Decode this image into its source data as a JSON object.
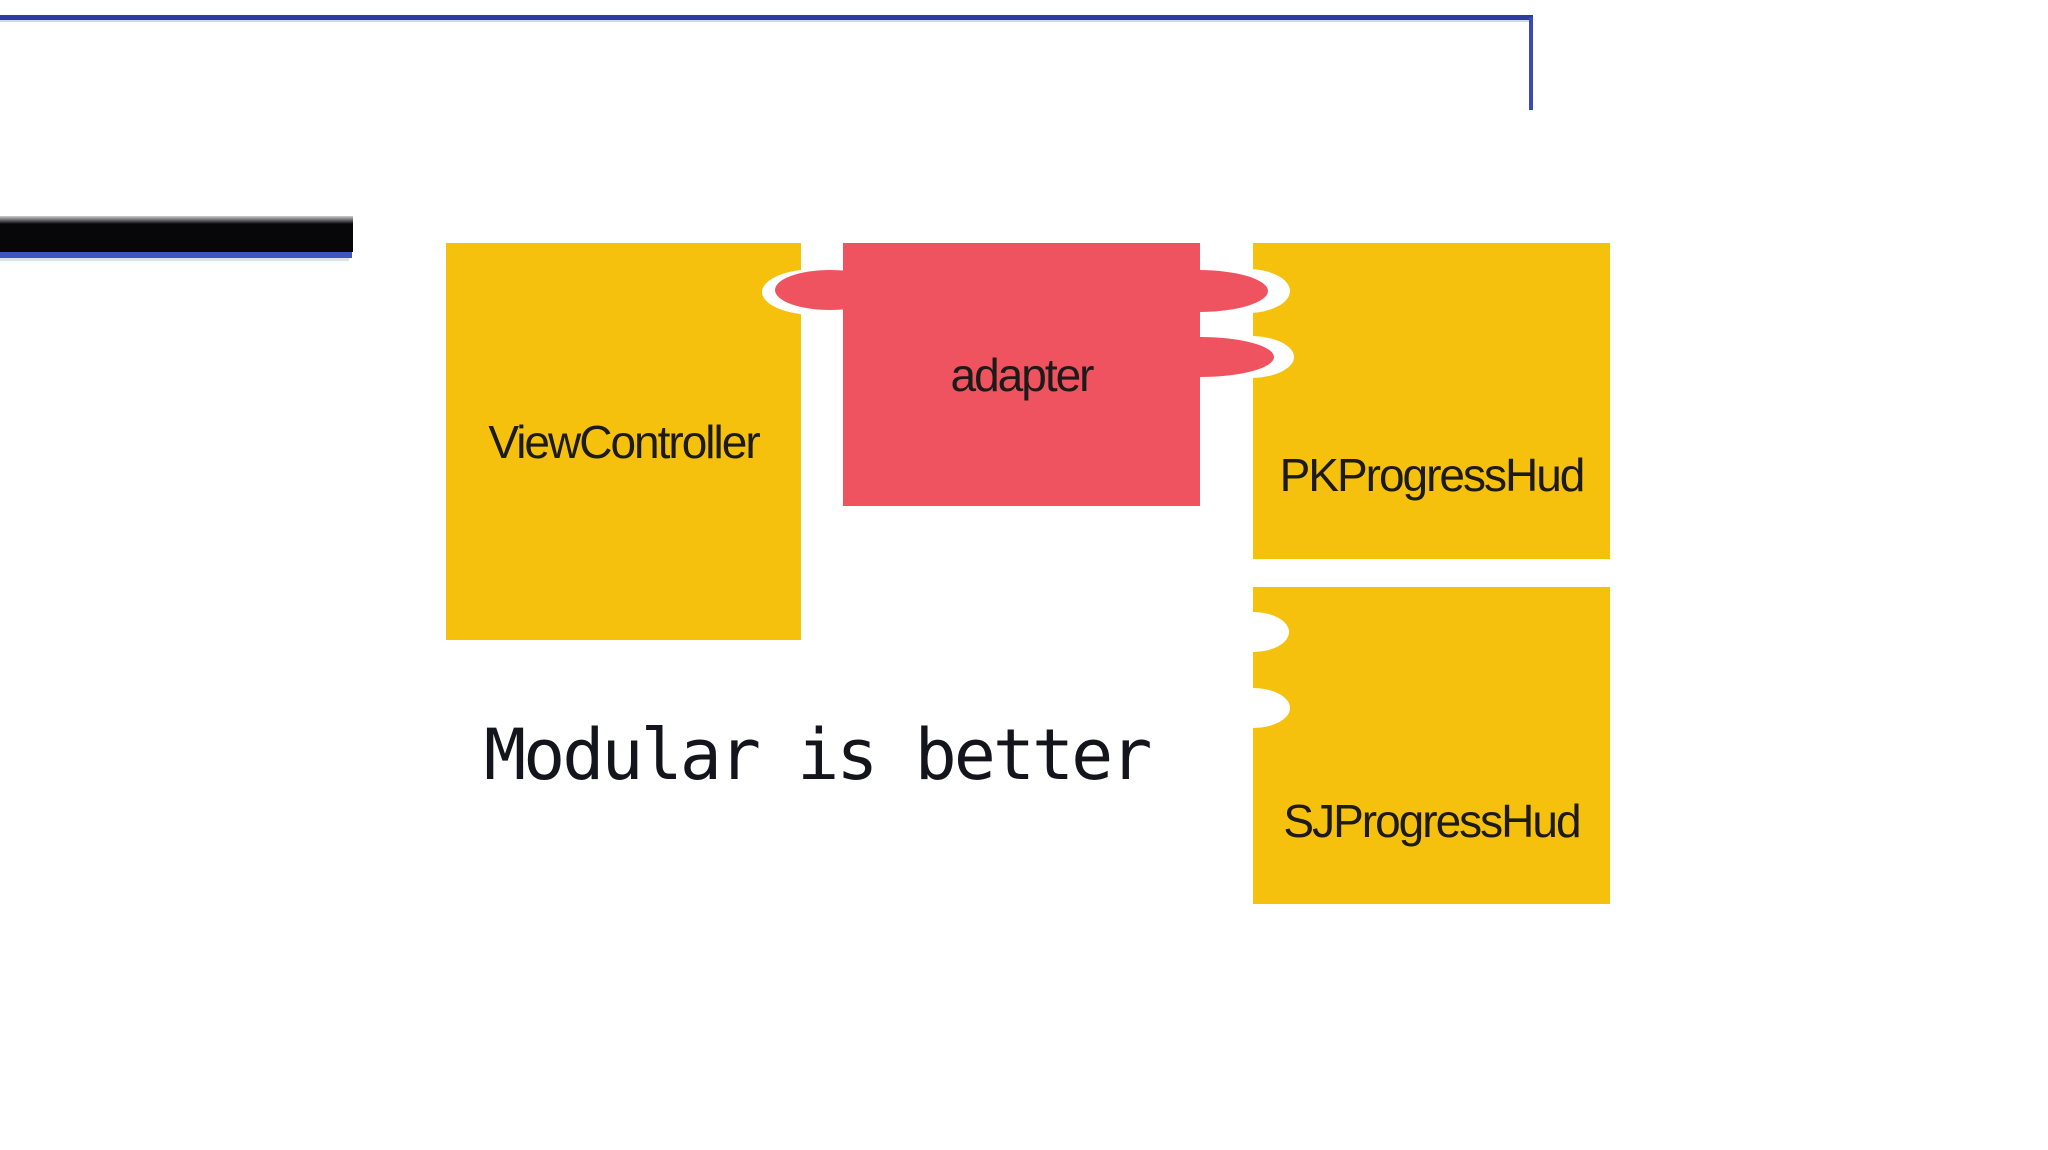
{
  "colors": {
    "piece_yellow": "#f5c10d",
    "piece_red": "#ef5360",
    "notch_white": "#ffffff",
    "label_ink": "#1c1b19",
    "caption_ink": "#14141c",
    "rule_blue": "#2d3ba6",
    "rule_blue_soft": "#aab4e4",
    "rule_blue_vertical": "#3a49b3",
    "bar_black": "#070709",
    "bar_blue": "#3c57c2",
    "bar_shadow": "#d6dbe4"
  },
  "pieces": {
    "viewcontroller": {
      "label": "ViewController"
    },
    "adapter": {
      "label": "adapter"
    },
    "pkprogresshud": {
      "label": "PKProgressHud"
    },
    "sjprogresshud": {
      "label": "SJProgressHud"
    }
  },
  "caption": {
    "text": "Modular is better"
  }
}
